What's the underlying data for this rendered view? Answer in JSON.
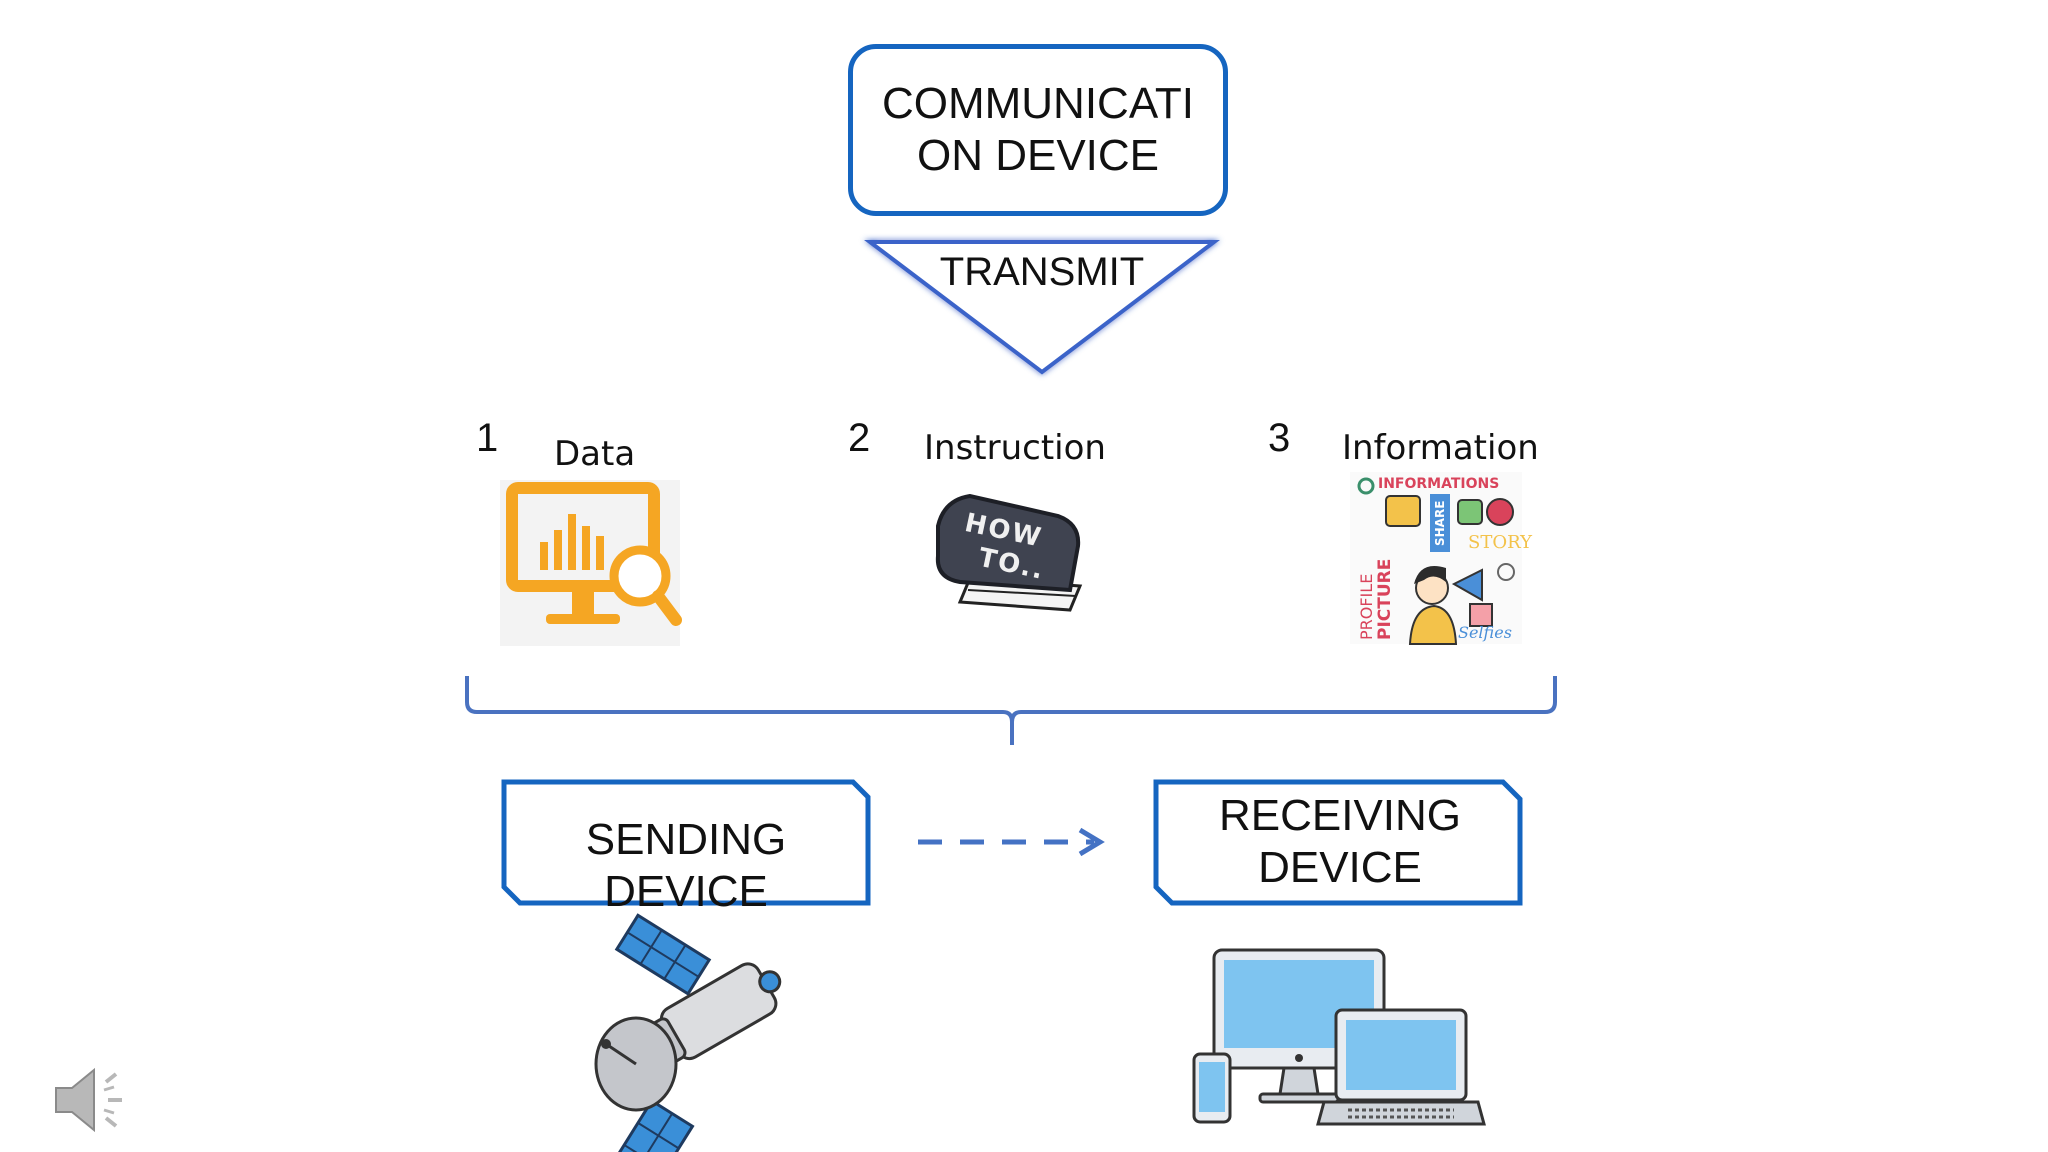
{
  "top_box": {
    "label": "COMMUNICATION DEVICE"
  },
  "transmit": {
    "label": "TRANSMIT"
  },
  "items": [
    {
      "number": "1",
      "label": "Data",
      "icon": "data-analytics-icon"
    },
    {
      "number": "2",
      "label": "Instruction",
      "icon": "how-to-book-icon",
      "book_text_1": "HOW",
      "book_text_2": "TO.."
    },
    {
      "number": "3",
      "label": "Information",
      "icon": "information-collage-icon",
      "collage_words": {
        "informations": "INFORMATIONS",
        "share": "SHARE",
        "story": "STORY",
        "profile": "PROFILE",
        "picture": "PICTURE",
        "selfies": "Selfies"
      }
    }
  ],
  "sending": {
    "label": "SENDING DEVICE",
    "icon": "satellite-icon"
  },
  "receiving": {
    "label": "RECEIVING DEVICE",
    "icon": "computer-devices-icon"
  },
  "speaker": {
    "icon": "speaker-icon"
  },
  "colors": {
    "accent": "#1565c0",
    "arrow": "#4472c4",
    "bracket": "#4a72c0",
    "orange": "#f5a623",
    "book": "#3f4350"
  }
}
